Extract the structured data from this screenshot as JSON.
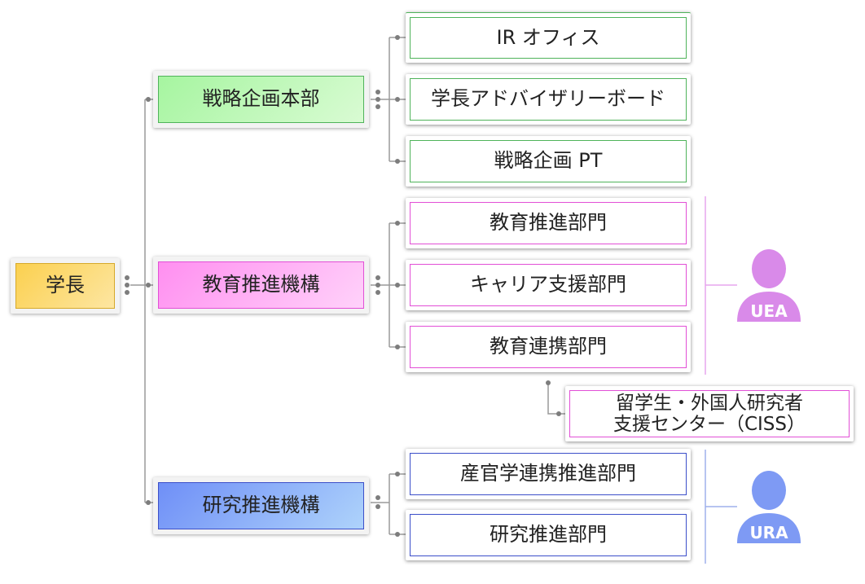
{
  "root": {
    "label": "学長",
    "color_top": "#fbd04f",
    "color_bottom": "#fde6a2"
  },
  "divisions": [
    {
      "id": "strategy",
      "label": "戦略企画本部",
      "color_top": "#a6f5a0",
      "color_bottom": "#d9fbd3",
      "border": "#4fb35a"
    },
    {
      "id": "education",
      "label": "教育推進機構",
      "color_top": "#ff8ff0",
      "color_bottom": "#ffd2fa",
      "border": "#e24fd6"
    },
    {
      "id": "research",
      "label": "研究推進機構",
      "color_top": "#6f8ff7",
      "color_bottom": "#aed3fb",
      "border": "#3c4fc9"
    }
  ],
  "units": [
    {
      "id": "ir",
      "label": "IR オフィス"
    },
    {
      "id": "advisory",
      "label": "学長アドバイザリーボード"
    },
    {
      "id": "strategy-pt",
      "label": "戦略企画 PT"
    },
    {
      "id": "edu-promo",
      "label": "教育推進部門"
    },
    {
      "id": "career",
      "label": "キャリア支援部門"
    },
    {
      "id": "edu-collab",
      "label": "教育連携部門"
    },
    {
      "id": "ciss",
      "label_line1": "留学生・外国人研究者",
      "label_line2": "支援センター（CISS）"
    },
    {
      "id": "industry",
      "label": "産官学連携推進部門"
    },
    {
      "id": "research-dept",
      "label": "研究推進部門"
    }
  ],
  "badges": [
    {
      "id": "uea",
      "label": "UEA",
      "color": "#d98ae9"
    },
    {
      "id": "ura",
      "label": "URA",
      "color": "#7e9af4"
    }
  ],
  "colors": {
    "connector": "#9a9a9a",
    "dot": "#7d7d7d",
    "strategy_border": "#4fb35a",
    "education_border": "#e24fd6",
    "research_border": "#3c4fc9"
  }
}
